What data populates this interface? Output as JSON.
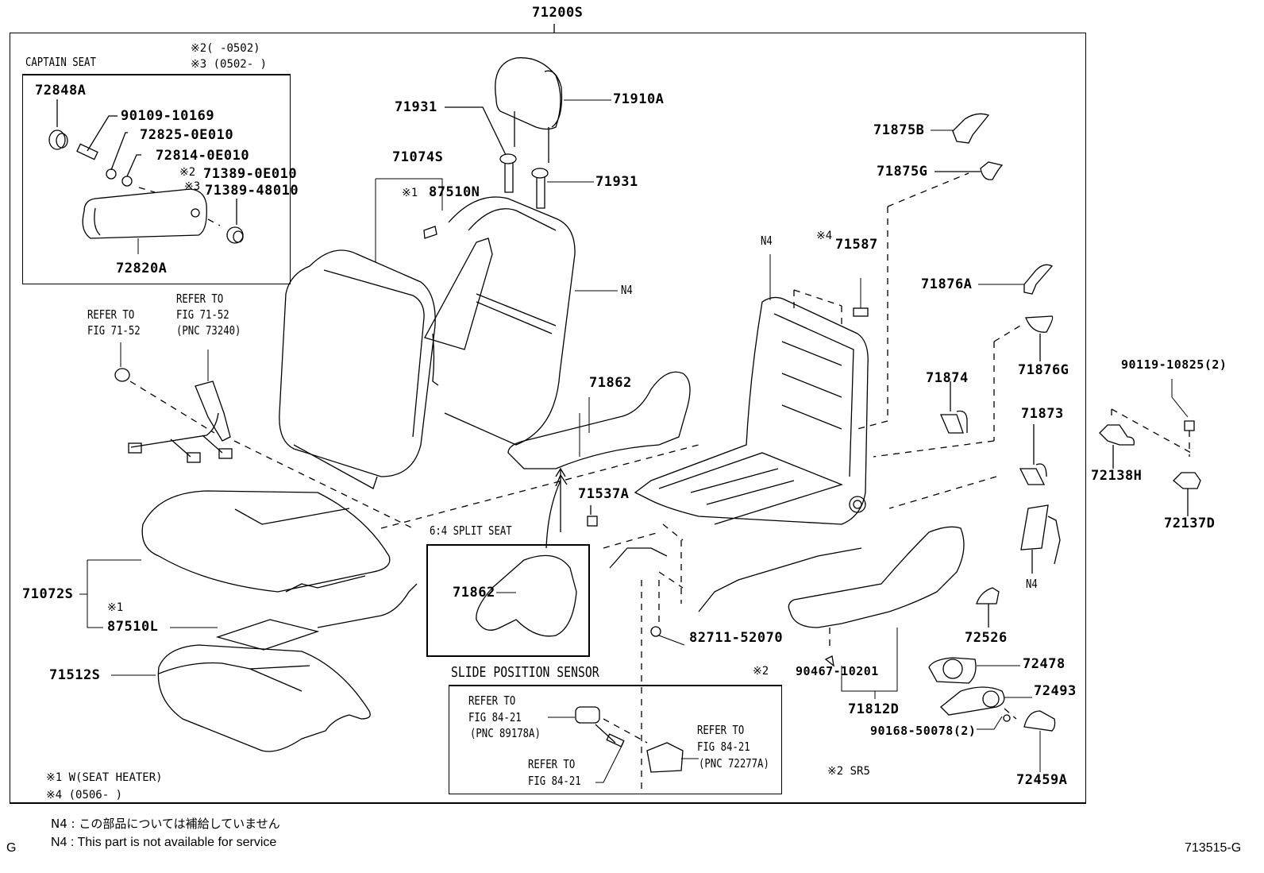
{
  "diagram": {
    "title_part": "71200S",
    "figure_code": "713515-G",
    "corner_letter": "G",
    "captain_seat": {
      "heading": "CAPTAIN SEAT",
      "notes": [
        "※2(      -0502)",
        "※3 (0502-      )"
      ],
      "parts": {
        "p72848A": "72848A",
        "p90109": "90109-10169",
        "p72825": "72825-0E010",
        "p72814": "72814-0E010",
        "p71389a_mark": "※2",
        "p71389a": "71389-0E010",
        "p71389b_mark": "※3",
        "p71389b": "71389-48010",
        "p72820A": "72820A"
      }
    },
    "seatbelt": {
      "refer1": [
        "REFER TO",
        "FIG 71-52"
      ],
      "refer2": [
        "REFER TO",
        "FIG 71-52",
        "(PNC 73240)"
      ]
    },
    "back": {
      "p71074S": "71074S",
      "p87510N_mark": "※1",
      "p87510N": "87510N",
      "n4": "N4"
    },
    "headrest": {
      "p71931_a": "71931",
      "p71931_b": "71931",
      "p71910A": "71910A"
    },
    "cushion": {
      "p71072S": "71072S",
      "p87510L_mark": "※1",
      "p87510L": "87510L",
      "p71512S": "71512S"
    },
    "frame": {
      "n4": "N4",
      "p71587_mark": "※4",
      "p71587": "71587",
      "p71862": "71862",
      "p71537A": "71537A",
      "p82711": "82711-52070"
    },
    "split_seat": {
      "heading": "6:4 SPLIT SEAT",
      "p71862": "71862"
    },
    "slide_sensor": {
      "heading": "SLIDE POSITION SENSOR",
      "refer_a": [
        "REFER TO",
        "FIG 84-21",
        "(PNC 89178A)"
      ],
      "refer_b": [
        "REFER TO",
        "FIG 84-21"
      ],
      "refer_c": [
        "REFER TO",
        "FIG 84-21",
        "(PNC 72277A)"
      ]
    },
    "right_parts": {
      "p71875B": "71875B",
      "p71875G": "71875G",
      "p71876A": "71876A",
      "p71876G": "71876G",
      "p71874": "71874",
      "p71873": "71873",
      "n4": "N4",
      "p72526": "72526",
      "p72478": "72478",
      "p72493": "72493",
      "p90168": "90168-50078(2)",
      "p72459A": "72459A",
      "p90467_mark": "※2",
      "p90467": "90467-10201",
      "p71812D": "71812D",
      "sr5_note": "※2 SR5"
    },
    "outside": {
      "p90119": "90119-10825(2)",
      "p72138H": "72138H",
      "p72137D": "72137D"
    },
    "legend": {
      "note1": "※1  W(SEAT HEATER)",
      "note4": "※4  (0506-     )"
    },
    "footer": {
      "jp": "N4 :  この部品については補給していません",
      "en": "N4 :  This part is not available for service"
    }
  }
}
